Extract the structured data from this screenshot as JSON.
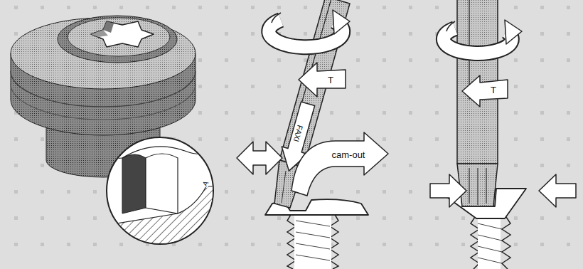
{
  "diagram": {
    "labels": [
      "A",
      "T",
      "FAXI",
      "cam-out",
      "T"
    ]
  }
}
